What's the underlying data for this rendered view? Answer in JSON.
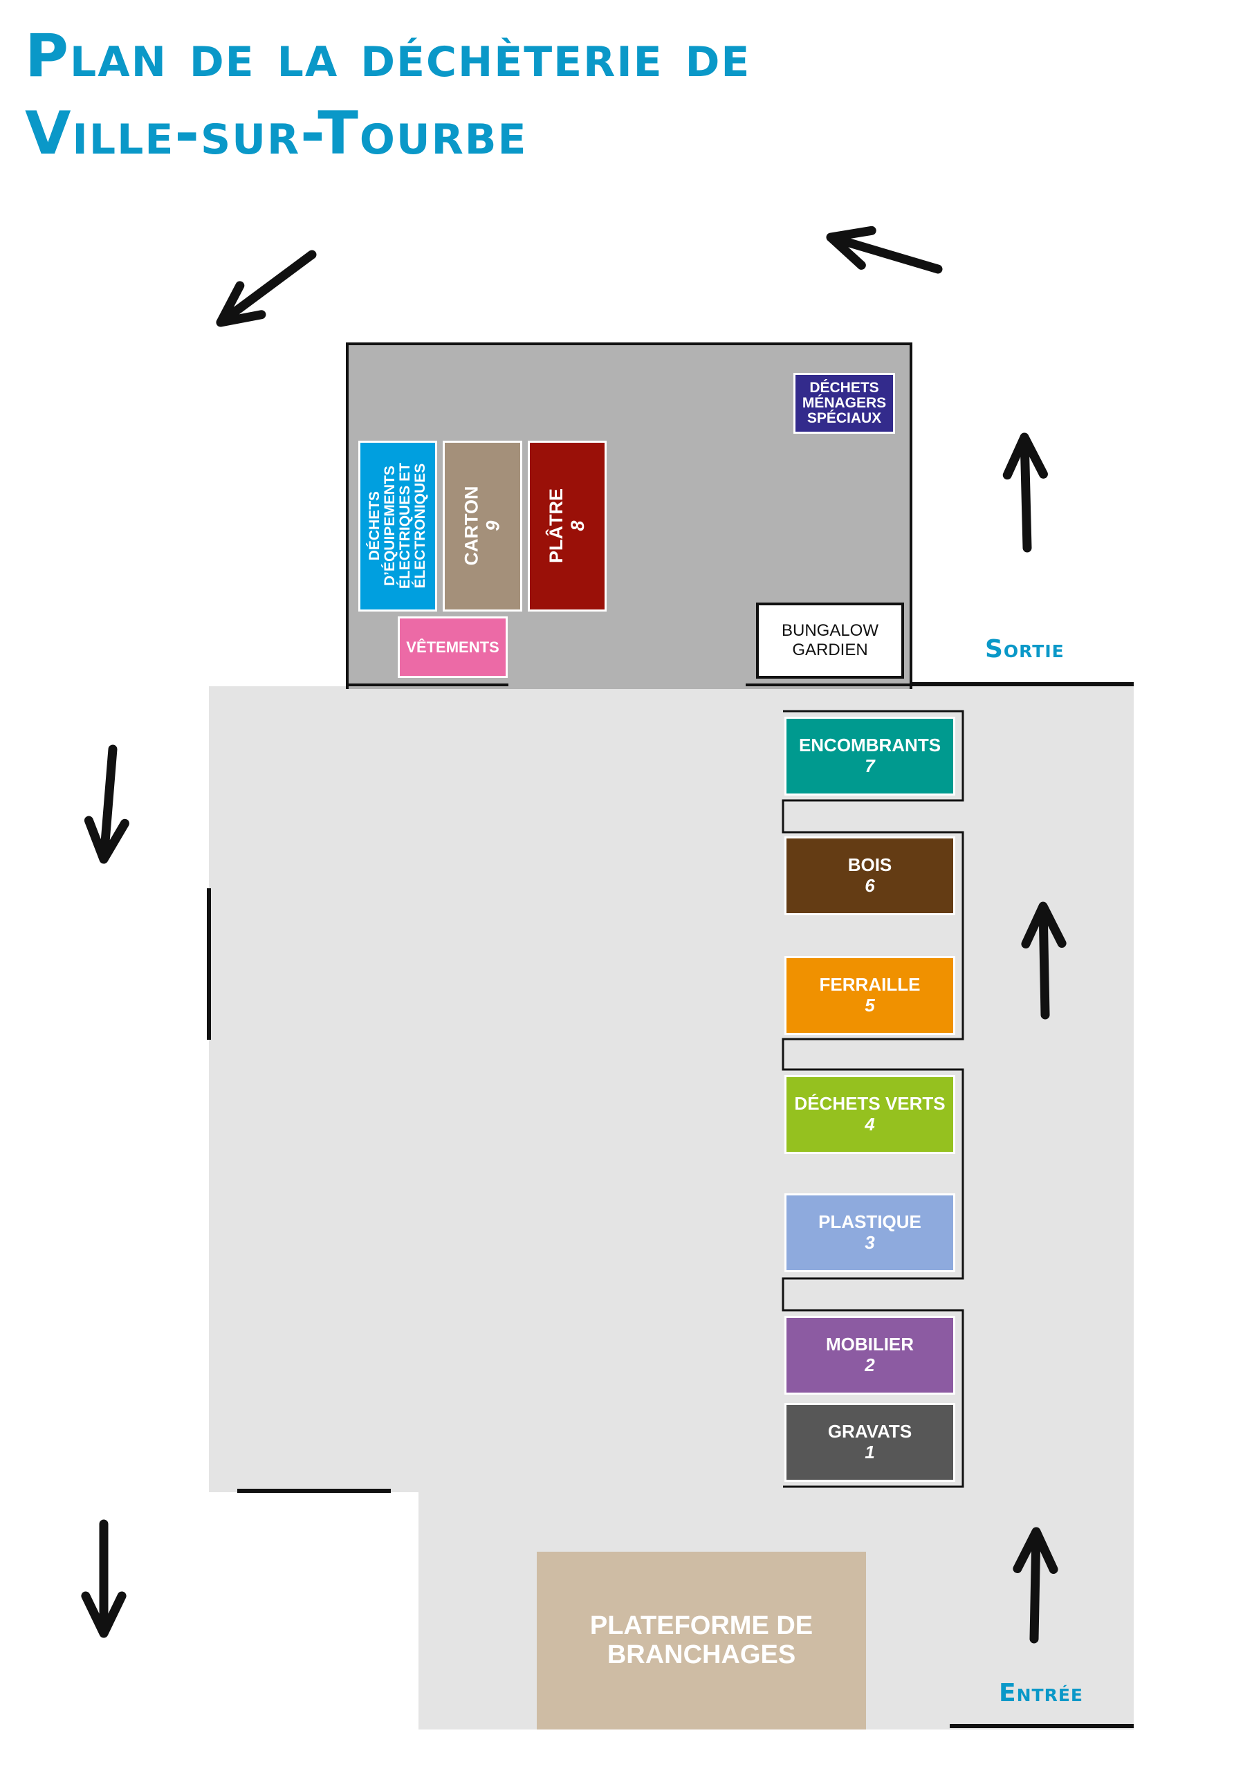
{
  "title": {
    "line1": "Plan de la déchèterie de",
    "line2": "Ville-sur-Tourbe"
  },
  "building": {
    "deee": {
      "line1": "DÉCHETS",
      "line2": "D’ÉQUIPEMENTS",
      "line3": "ÉLECTRIQUES ET",
      "line4": "ÉLECTRONIQUES"
    },
    "carton": {
      "label": "CARTON",
      "number": "9"
    },
    "platre": {
      "label": "PLÂTRE",
      "number": "8"
    },
    "vetements": {
      "label": "VÊTEMENTS"
    },
    "dms": {
      "line1": "DÉCHETS",
      "line2": "MÉNAGERS",
      "line3": "SPÉCIAUX"
    },
    "bungalow": {
      "line1": "BUNGALOW",
      "line2": "GARDIEN"
    }
  },
  "bins": [
    {
      "label": "ENCOMBRANTS",
      "number": "7",
      "color": "#009a8f"
    },
    {
      "label": "BOIS",
      "number": "6",
      "color": "#643c14"
    },
    {
      "label": "FERRAILLE",
      "number": "5",
      "color": "#f09100"
    },
    {
      "label": "DÉCHETS VERTS",
      "number": "4",
      "color": "#95c11f"
    },
    {
      "label": "PLASTIQUE",
      "number": "3",
      "color": "#8eaadd"
    },
    {
      "label": "MOBILIER",
      "number": "2",
      "color": "#8c5ba2"
    },
    {
      "label": "GRAVATS",
      "number": "1",
      "color": "#575757"
    }
  ],
  "plateforme": {
    "line1": "PLATEFORME DE",
    "line2": "BRANCHAGES"
  },
  "exit_label": "Sortie",
  "entry_label": "Entrée"
}
